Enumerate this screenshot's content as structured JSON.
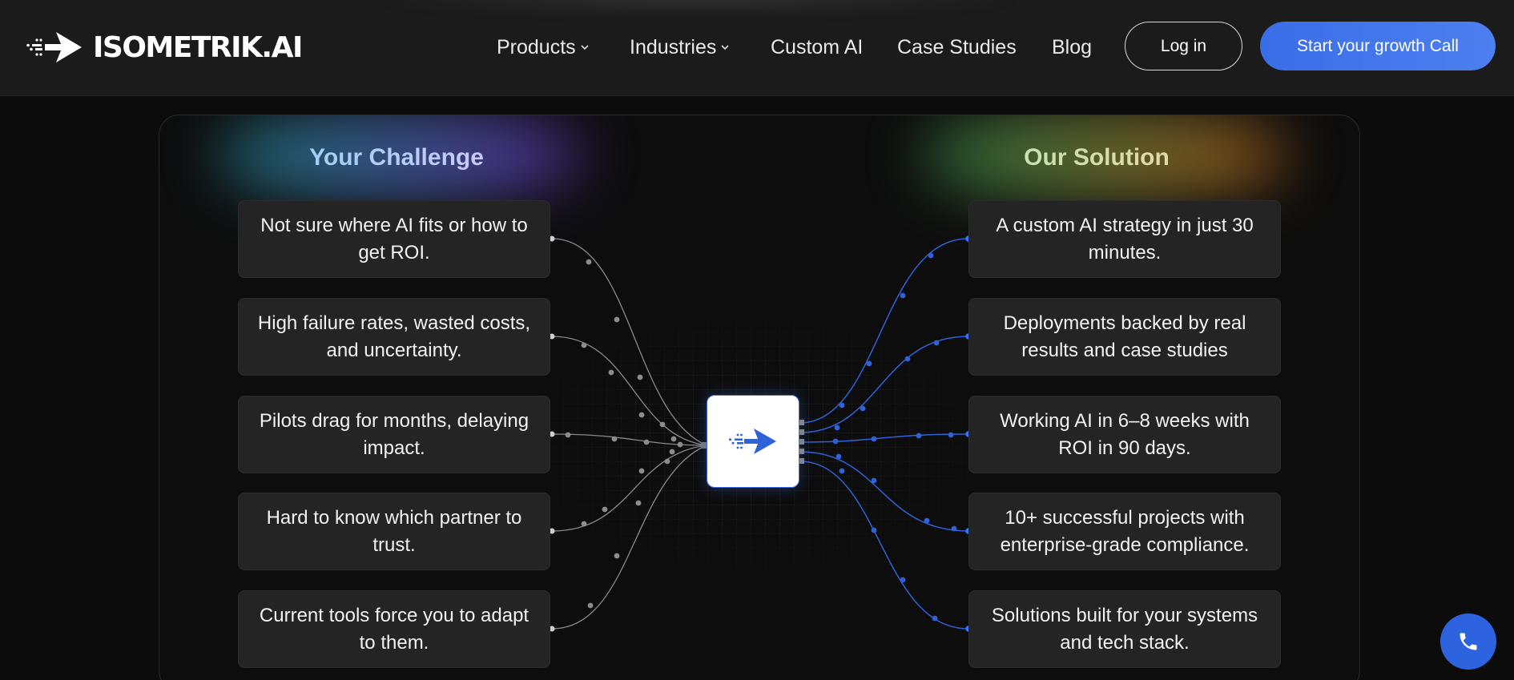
{
  "header": {
    "logo_text": "ISOMETRIK.AI",
    "logo_icon": "arrow-logo-icon",
    "nav": [
      {
        "label": "Products",
        "has_dropdown": true
      },
      {
        "label": "Industries",
        "has_dropdown": true
      },
      {
        "label": "Custom AI",
        "has_dropdown": false
      },
      {
        "label": "Case Studies",
        "has_dropdown": false
      },
      {
        "label": "Blog",
        "has_dropdown": false
      }
    ],
    "login_label": "Log in",
    "cta_label": "Start your growth Call"
  },
  "challenge": {
    "title": "Your Challenge",
    "items": [
      "Not sure where AI fits or how to get ROI.",
      "High failure rates, wasted costs, and uncertainty.",
      "Pilots drag for months, delaying impact.",
      "Hard to know which partner to trust.",
      "Current tools force you to adapt to them."
    ]
  },
  "solution": {
    "title": "Our Solution",
    "items": [
      "A custom AI strategy in just 30 minutes.",
      "Deployments backed by real results and case studies",
      "Working AI in 6–8 weeks with ROI in 90 days.",
      "10+ successful projects with enterprise-grade compliance.",
      "Solutions built for your systems and tech stack."
    ]
  },
  "hub": {
    "icon": "arrow-logo-icon"
  },
  "floating": {
    "icon": "phone-icon"
  },
  "colors": {
    "accent": "#3a6ee8",
    "wire_left": "#8a8a8a",
    "wire_right": "#2f62d8",
    "card_bg": "#242424",
    "page_bg": "#0c0c0c"
  }
}
